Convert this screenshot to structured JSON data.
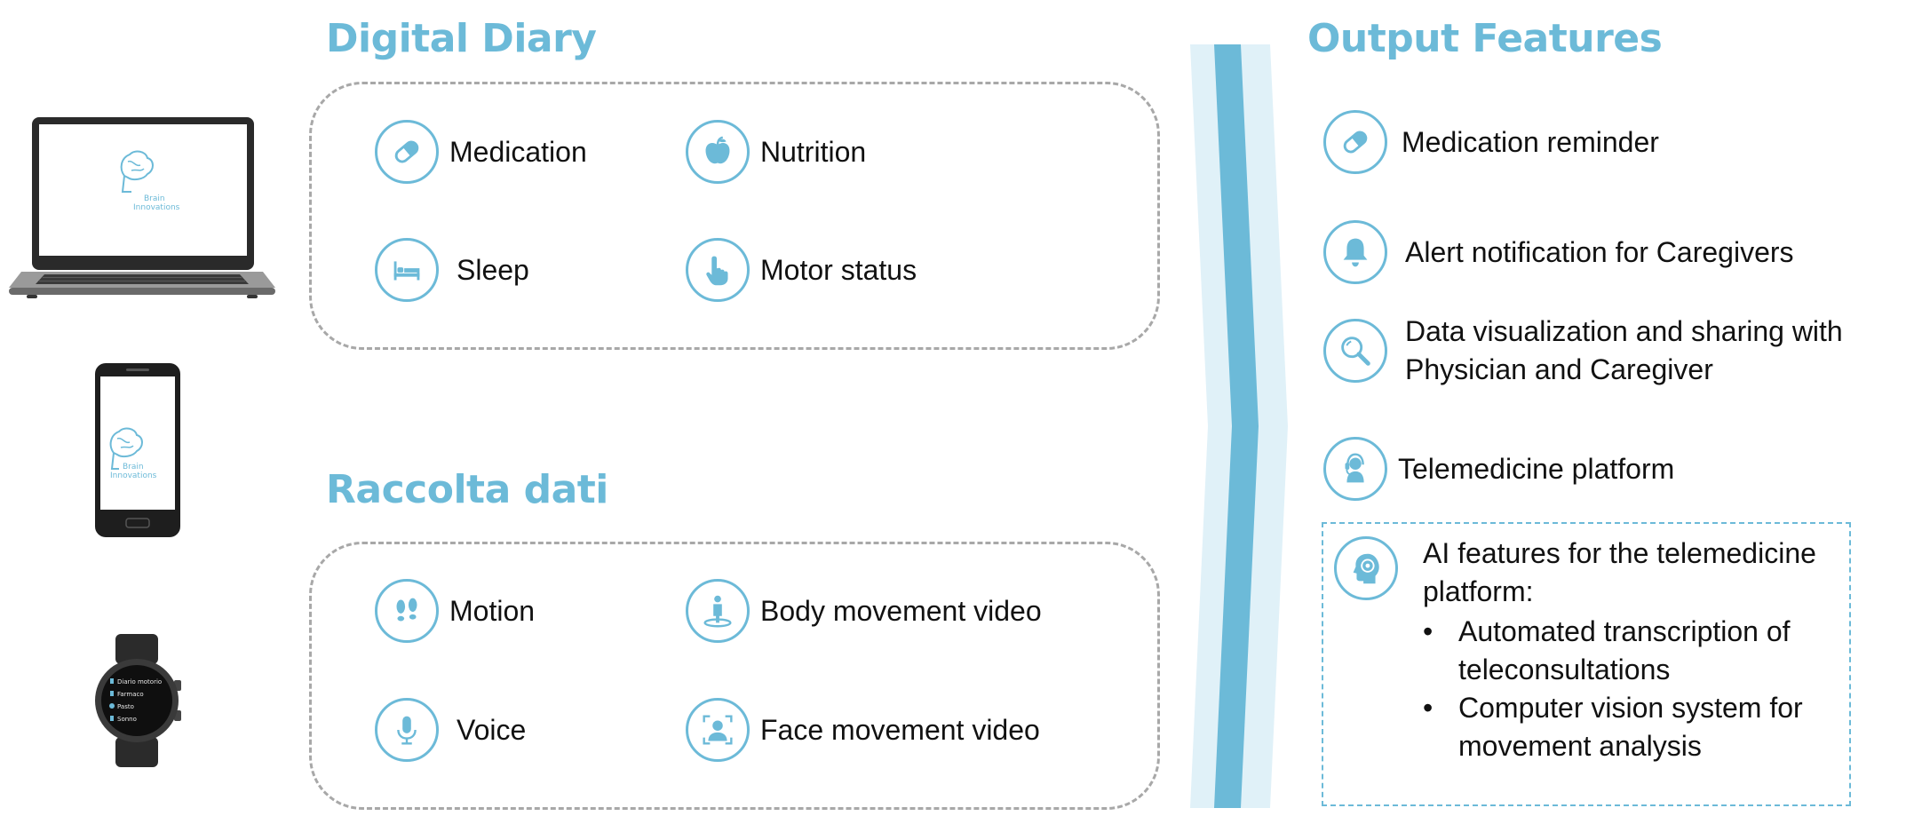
{
  "digital_diary": {
    "title": "Digital Diary",
    "items": [
      {
        "label": "Medication",
        "icon": "pill-icon"
      },
      {
        "label": "Nutrition",
        "icon": "apple-icon"
      },
      {
        "label": "Sleep",
        "icon": "bed-icon"
      },
      {
        "label": "Motor status",
        "icon": "hand-pointer-icon"
      }
    ]
  },
  "raccolta_dati": {
    "title": "Raccolta dati",
    "items": [
      {
        "label": "Motion",
        "icon": "footprints-icon"
      },
      {
        "label": "Body movement video",
        "icon": "person-target-icon"
      },
      {
        "label": "Voice",
        "icon": "microphone-icon"
      },
      {
        "label": "Face movement video",
        "icon": "face-frame-icon"
      }
    ]
  },
  "output_features": {
    "title": "Output Features",
    "items": [
      {
        "label": "Medication reminder",
        "icon": "pill-icon"
      },
      {
        "label": "Alert notification for Caregivers",
        "icon": "bell-icon"
      },
      {
        "label": "Data visualization and sharing with Physician and Caregiver",
        "icon": "magnifier-icon"
      },
      {
        "label": "Telemedicine platform",
        "icon": "headset-icon"
      }
    ],
    "ai": {
      "heading": "AI features for the telemedicine platform:",
      "bullets": [
        "Automated transcription of teleconsultations",
        "Computer vision system for movement analysis"
      ],
      "icon": "ai-head-icon"
    }
  },
  "devices": {
    "brand_line1": "Brain",
    "brand_line2": "Innovations",
    "watch_menu": [
      "Diario motorio",
      "Farmaco",
      "Pasto",
      "Sonno"
    ]
  },
  "colors": {
    "accent": "#6cbad8",
    "accent_light": "#e0f1f8",
    "dash_gray": "#a8a8a8"
  }
}
